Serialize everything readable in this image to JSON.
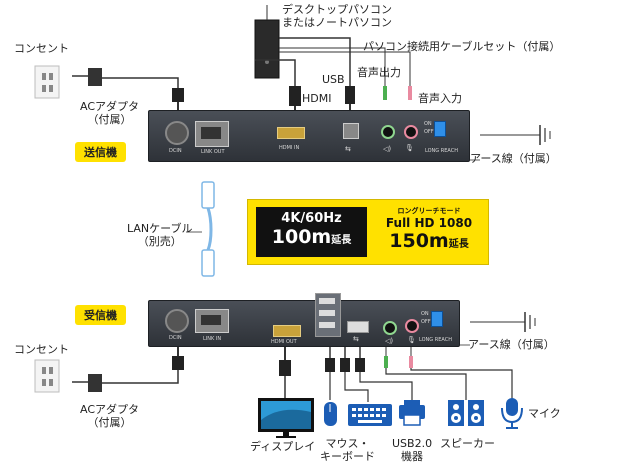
{
  "labels": {
    "pc_name": "デスクトップパソコン\nまたはノートパソコン",
    "outlet": "コンセント",
    "ac_adapter": "ACアダプタ\n（付属）",
    "pc_cable_set": "パソコン接続用ケーブルセット（付属）",
    "audio_out": "音声出力",
    "usb": "USB",
    "hdmi": "HDMI",
    "audio_in": "音声入力",
    "transmitter": "送信機",
    "receiver": "受信機",
    "ground_wire": "アース線（付属）",
    "lan_cable": "LANケーブル\n（別売）",
    "display": "ディスプレイ",
    "mouse_keyboard": "マウス・\nキーボード",
    "usb_device": "USB2.0\n機器",
    "speaker": "スピーカー",
    "mic": "マイク"
  },
  "ports": {
    "dcin": "DCIN",
    "link_out": "LINK OUT",
    "link_in": "LINK IN",
    "hdmi_in": "HDMI IN",
    "hdmi_out": "HDMI OUT",
    "usb_symbol": "⇆",
    "speaker_symbol": "◁)",
    "mic_symbol": "🎙",
    "long_reach": "LONG REACH",
    "on": "ON",
    "off": "OFF"
  },
  "promo": {
    "standard_spec": "4K/60Hz",
    "standard_distance": "100m",
    "extension_suffix": "延長",
    "long_reach_mode": "ロングリーチモード",
    "long_reach_spec": "Full HD 1080",
    "long_reach_distance": "150m"
  },
  "colors": {
    "badge": "#ffe100",
    "device": "#3a3e45",
    "cable": "#333333",
    "lan_cable": "#7fb7e6",
    "peripheral_blue": "#1c5db5"
  }
}
